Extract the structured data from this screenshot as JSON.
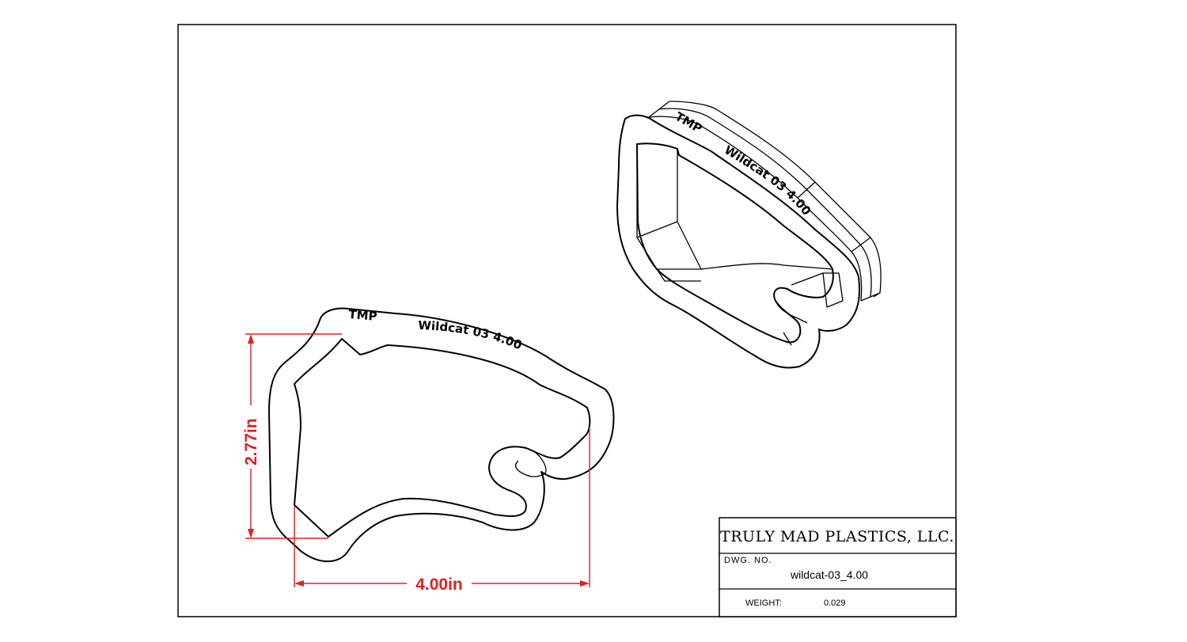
{
  "dimensions": {
    "height_label": "2.77in",
    "width_label": "4.00in"
  },
  "embossed_text": {
    "brand": "TMP",
    "name_size": "Wildcat 03  4.00"
  },
  "title_block": {
    "company": "TRULY MAD PLASTICS, LLC.",
    "dwg_no_label": "DWG.  NO.",
    "dwg_no_value": "wildcat-03_4.00",
    "weight_label": "WEIGHT:",
    "weight_value": "0.029"
  },
  "colors": {
    "dimension": "#e02020",
    "lines": "#000000"
  }
}
